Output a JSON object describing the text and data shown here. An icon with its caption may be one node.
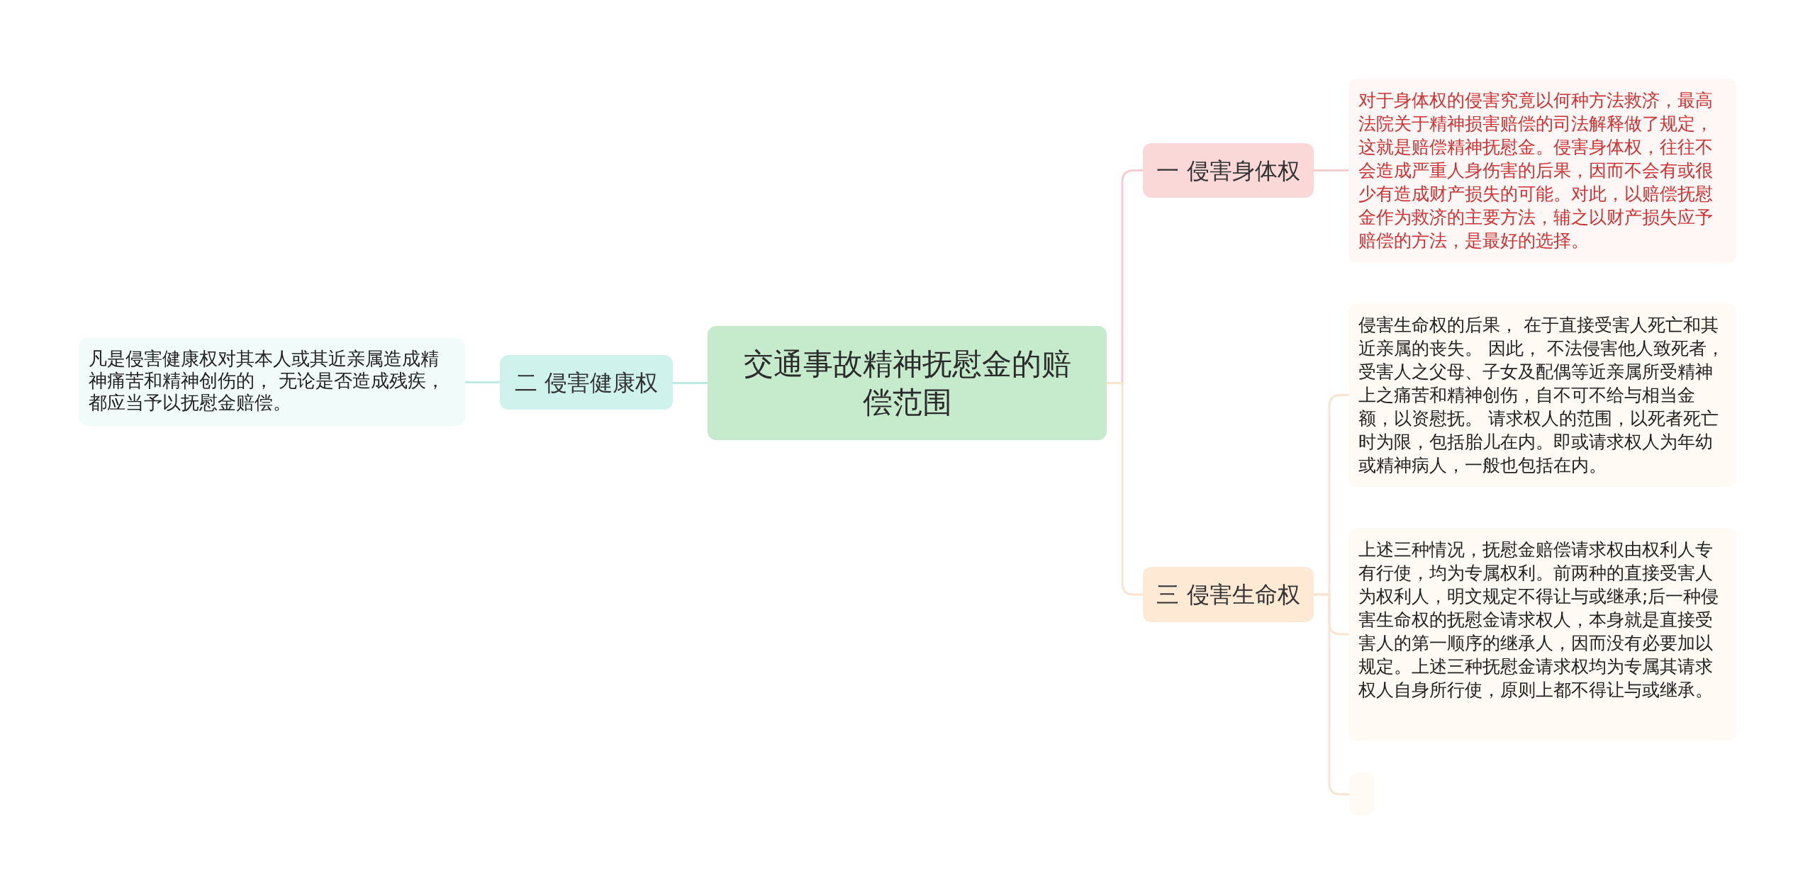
{
  "diagram": {
    "nodes": [
      {
        "text": [
          "交通事故精神抚慰金的赔偿范围"
        ]
      },
      {
        "text": [
          "一 侵害身体权"
        ]
      },
      {
        "text": [
          "对于身体权的侵害究竟以何种方法救济，最高法院关于精神损害赔偿的司法解释做了规定，这就是赔偿精神抚慰金。侵害身体权，往往不会造成严重人身伤害的后果，因而不会有或很少有造成财产损失的可能。对此，以赔偿抚慰金作为救济的主要方法，辅之以财产损失应予赔偿的方法，是最好的选择。"
        ]
      },
      {
        "text": [
          "二 侵害健康权"
        ]
      },
      {
        "text": [
          "凡是侵害健康权对其本人或其近亲属造成精神痛苦和精神创伤的， 无论是否造成残疾，都应当予以抚慰金赔偿。"
        ]
      },
      {
        "text": [
          "三 侵害生命权"
        ]
      },
      {
        "text": [
          "侵害生命权的后果， 在于直接受害人死亡和其近亲属的丧失。 因此， 不法侵害他人致死者，受害人之父母、子女及配偶等近亲属所受精神上之痛苦和精神创伤，自不可不给与相当金额，以资慰抚。 请求权人的范围，以死者死亡时为限，包括胎儿在内。即或请求权人为年幼或精神病人，一般也包括在内。"
        ]
      },
      {
        "text": [
          "上述三种情况，抚慰金赔偿请求权由权利人专有行使，均为专属权利。前两种的直接受害人为权利人，明文规定不得让与或继承;后一种侵害生命权的抚慰金请求权人，本身就是直接受害人的第一顺序的继承人，因而没有必要加以规定。上述三种抚慰金请求权均为专属其请求权人自身所行使，原则上都不得让与或继承。"
        ]
      },
      {
        "text": [],
        "shape": "box"
      }
    ],
    "edges": [
      {
        "from": 0,
        "to": 1,
        "arrow": "none",
        "color": "#f6cdd0"
      },
      {
        "from": 1,
        "to": 2,
        "arrow": "none",
        "color": "#f6cdd0"
      },
      {
        "from": 0,
        "to": 3,
        "arrow": "none",
        "color": "#bfeae3"
      },
      {
        "from": 3,
        "to": 4,
        "arrow": "none",
        "color": "#bfeae3"
      },
      {
        "from": 0,
        "to": 5,
        "arrow": "none"
      },
      {
        "from": 5,
        "to": 6,
        "arrow": "none"
      },
      {
        "from": 5,
        "to": 7,
        "arrow": "none"
      },
      {
        "from": 5,
        "to": 8,
        "arrow": "none"
      }
    ]
  }
}
